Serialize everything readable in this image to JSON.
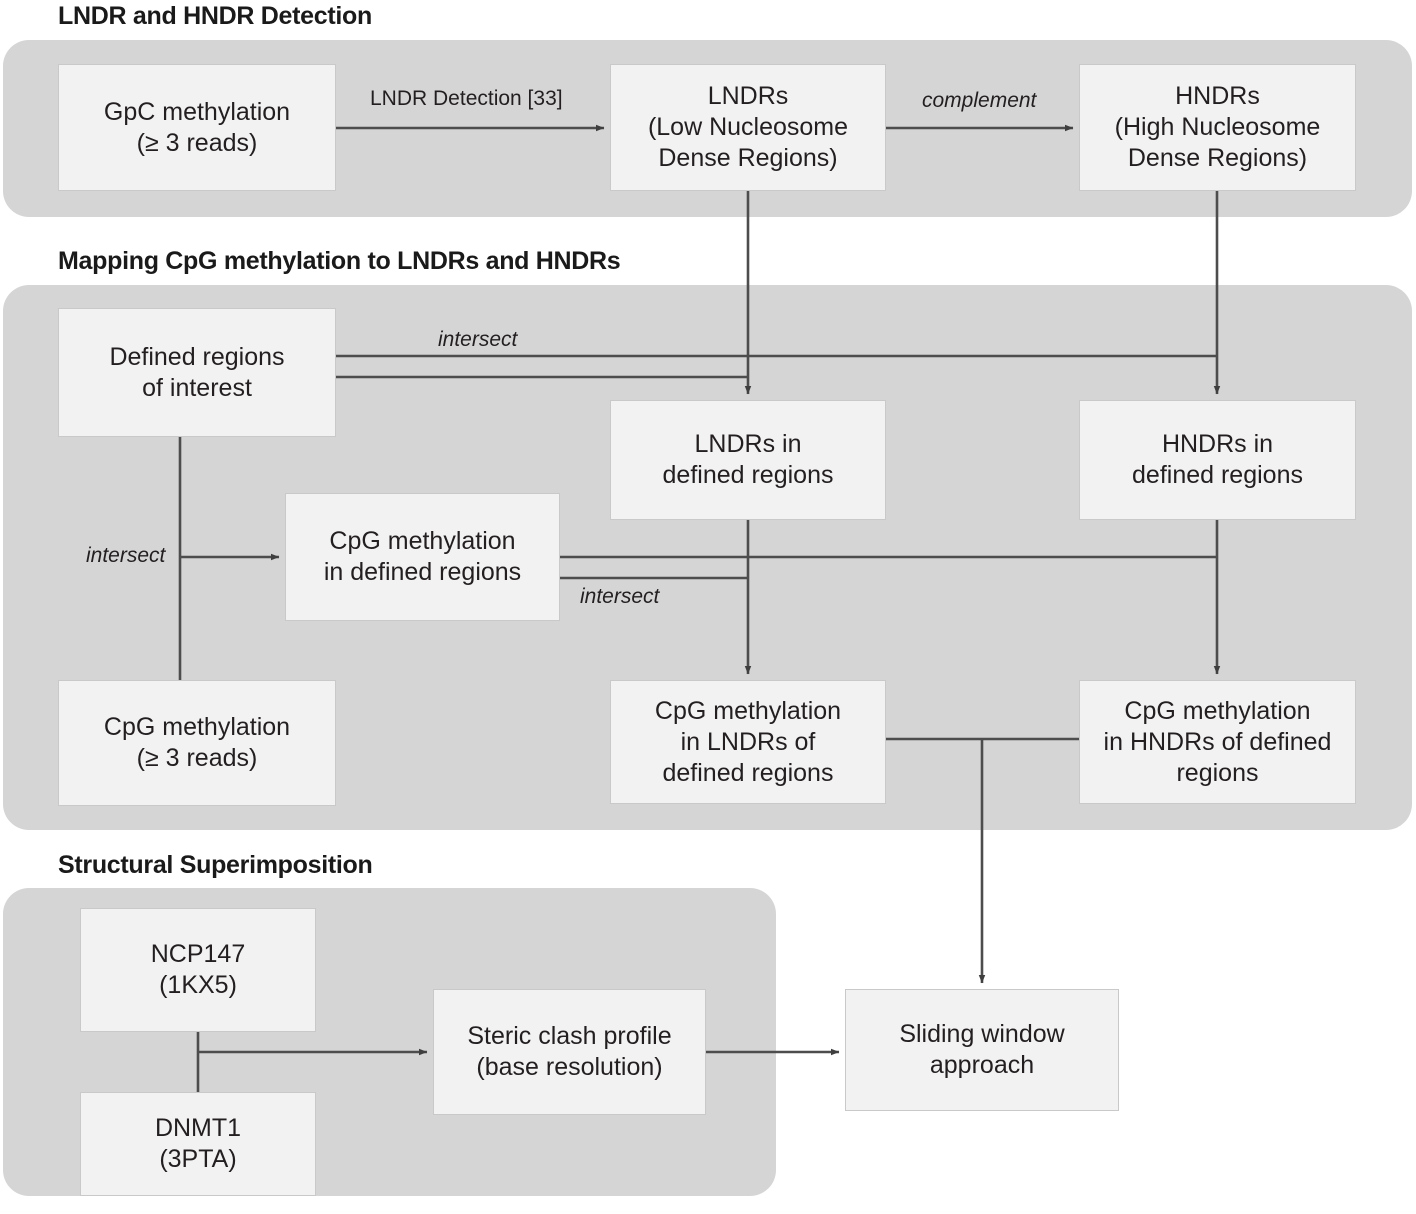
{
  "sections": [
    {
      "title": "LNDR and HNDR Detection"
    },
    {
      "title": "Mapping CpG methylation to LNDRs and HNDRs"
    },
    {
      "title": "Structural Superimposition"
    }
  ],
  "nodes": {
    "gpc_methylation": "GpC methylation\n(≥ 3 reads)",
    "lndrs": "LNDRs\n(Low Nucleosome\nDense Regions)",
    "hndrs": "HNDRs\n(High Nucleosome\nDense Regions)",
    "defined_regions": "Defined regions\nof interest",
    "lndrs_in_defined": "LNDRs in\ndefined regions",
    "hndrs_in_defined": "HNDRs in\ndefined regions",
    "cpg_in_defined": "CpG methylation\nin defined regions",
    "cpg_methylation": "CpG methylation\n(≥ 3 reads)",
    "cpg_in_lndrs": "CpG methylation\nin LNDRs of\ndefined regions",
    "cpg_in_hndrs": "CpG methylation\nin HNDRs of defined\nregions",
    "ncp147": "NCP147\n(1KX5)",
    "dnmt1": "DNMT1\n(3PTA)",
    "steric_clash": "Steric clash profile\n(base resolution)",
    "sliding_window": "Sliding window\napproach"
  },
  "edge_labels": {
    "lndr_detection": "LNDR Detection [33]",
    "complement": "complement",
    "intersect_top": "intersect",
    "intersect_left": "intersect",
    "intersect_mid": "intersect"
  },
  "colors": {
    "panel_background": "#d5d5d5",
    "node_fill": "#f2f2f2",
    "node_border": "#c9c9c9",
    "line": "#4d4d4d",
    "text": "#231f20",
    "page_background": "#ffffff"
  }
}
